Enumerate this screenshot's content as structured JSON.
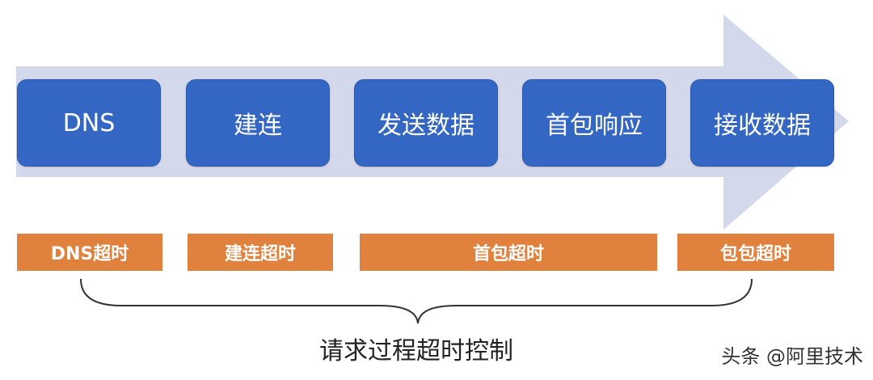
{
  "steps": [
    {
      "label": "DNS"
    },
    {
      "label": "建连"
    },
    {
      "label": "发送数据"
    },
    {
      "label": "首包响应"
    },
    {
      "label": "接收数据"
    }
  ],
  "timeouts": [
    {
      "label": "DNS超时"
    },
    {
      "label": "建连超时"
    },
    {
      "label": "首包超时"
    },
    {
      "label": "包包超时"
    }
  ],
  "caption": "请求过程超时控制",
  "watermark": "头条 @阿里技术",
  "colors": {
    "arrow": "#d3d8ea",
    "step": "#3467c4",
    "timeout": "#e0813e",
    "brace": "#333333"
  }
}
